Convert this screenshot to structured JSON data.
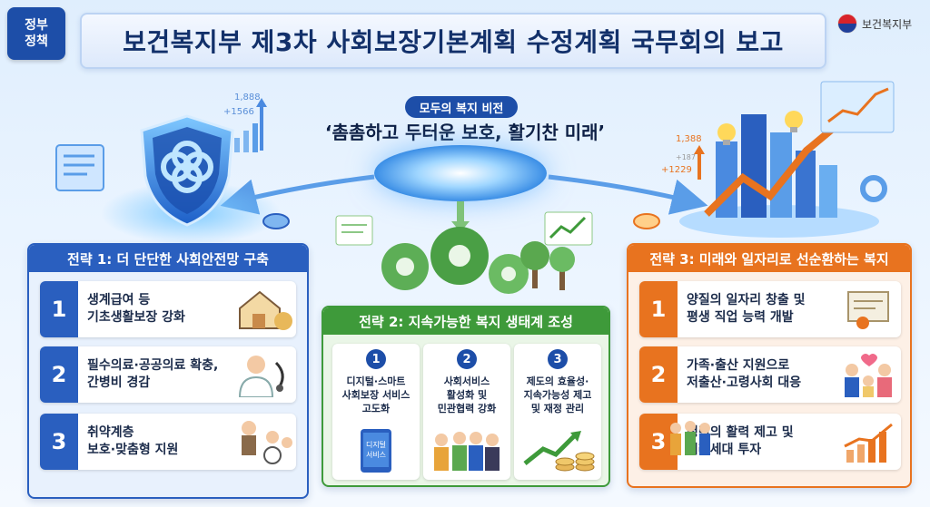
{
  "badge": {
    "line1": "정부",
    "line2": "정책"
  },
  "title": "보건복지부 제3차 사회보장기본계획 수정계획 국무회의 보고",
  "ministry": "보건복지부",
  "vision": {
    "tag": "모두의 복지 비전",
    "text": "‘촘촘하고 두터운 보호, 활기찬 미래’"
  },
  "floating_numbers": {
    "left_top": "1,888",
    "left_mid": "+1566",
    "right_top": "1,388",
    "right_small": "+187",
    "right_mid": "+1229"
  },
  "strategy1": {
    "header": "전략 1: 더 단단한 사회안전망 구축",
    "items": [
      {
        "num": "1",
        "line1": "생계급여 등",
        "line2": "기초생활보장 강화"
      },
      {
        "num": "2",
        "line1": "필수의료·공공의료 확충,",
        "line2": "간병비 경감"
      },
      {
        "num": "3",
        "line1": "취약계층",
        "line2": "보호·맞춤형 지원"
      }
    ]
  },
  "strategy2": {
    "header": "전략 2: 지속가능한 복지 생태계 조성",
    "items": [
      {
        "num": "1",
        "line1": "디지털·스마트",
        "line2": "사회보장 서비스",
        "line3": "고도화",
        "illus_label1": "디지털",
        "illus_label2": "서비스"
      },
      {
        "num": "2",
        "line1": "사회서비스",
        "line2": "활성화 및",
        "line3": "민관협력 강화"
      },
      {
        "num": "3",
        "line1": "제도의 효율성·",
        "line2": "지속가능성 제고",
        "line3": "및 재정 관리"
      }
    ]
  },
  "strategy3": {
    "header": "전략 3: 미래와 일자리로 선순환하는 복지",
    "items": [
      {
        "num": "1",
        "line1": "양질의 일자리 창출 및",
        "line2": "평생 직업 능력 개발"
      },
      {
        "num": "2",
        "line1": "가족·출산 지원으로",
        "line2": "저출산·고령사회 대응"
      },
      {
        "num": "3",
        "line1": "청년의 활력 제고 및",
        "line2": "미래세대 투자"
      }
    ]
  },
  "colors": {
    "blue": "#2a5fbf",
    "green": "#3e9a3a",
    "orange": "#e8731f",
    "navy": "#1d4ea8"
  }
}
